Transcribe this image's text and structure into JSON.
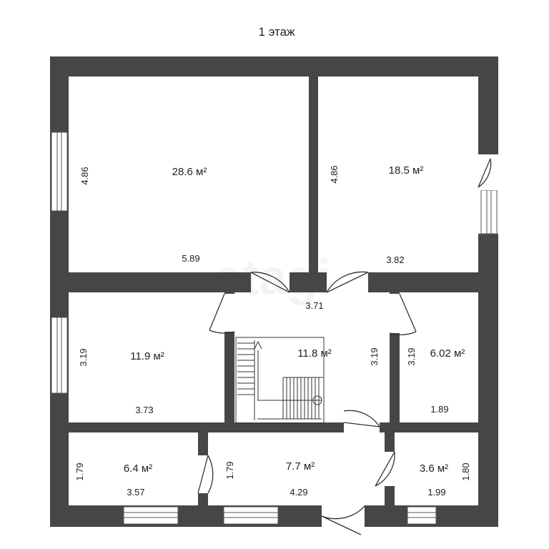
{
  "floor_title": "1 этаж",
  "watermark": "etagi",
  "colors": {
    "wall": "#464646",
    "background": "#ffffff",
    "line": "#333333"
  },
  "rooms": [
    {
      "id": "room-1",
      "area": "28.6 м²",
      "width": "5.89",
      "height": "4.86"
    },
    {
      "id": "room-2",
      "area": "18.5 м²",
      "width": "3.82",
      "height": "4.86"
    },
    {
      "id": "room-3",
      "area": "11.9 м²",
      "width": "3.73",
      "height": "3.19"
    },
    {
      "id": "hall",
      "area": "11.8 м²",
      "width": "3.71",
      "height": "3.19"
    },
    {
      "id": "room-5",
      "area": "6.02 м²",
      "width": "1.89",
      "height": "3.19"
    },
    {
      "id": "room-6",
      "area": "6.4 м²",
      "width": "3.57",
      "height": "1.79"
    },
    {
      "id": "room-7",
      "area": "7.7 м²",
      "width": "4.29",
      "height": "1.79"
    },
    {
      "id": "room-8",
      "area": "3.6 м²",
      "width": "1.99",
      "height": "1.80"
    }
  ]
}
